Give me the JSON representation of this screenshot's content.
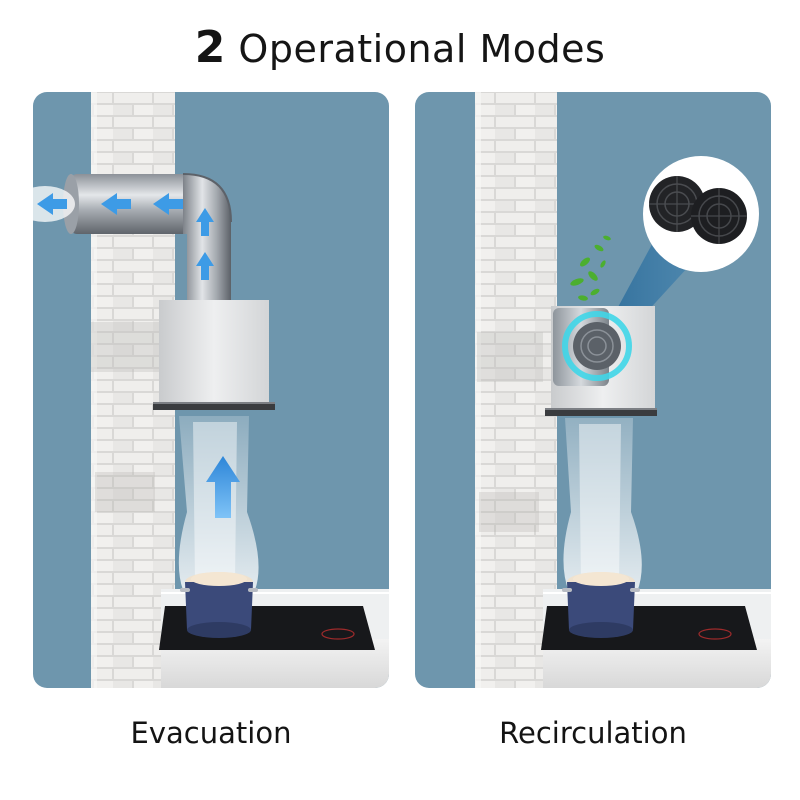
{
  "header": {
    "title_number": "2",
    "title_text": "Operational Modes"
  },
  "modes": [
    {
      "label": "Evacuation"
    },
    {
      "label": "Recirculation"
    }
  ],
  "colors": {
    "panel_background": "#6e96ad",
    "arrow_blue": "#3d9be6",
    "filter_ring": "#3fd6e8",
    "leaf_green": "#4caf2f",
    "brick_white": "#ecebea"
  },
  "icons": [
    "airflow-arrow-icon",
    "leaf-icon",
    "carbon-filter-icon"
  ]
}
